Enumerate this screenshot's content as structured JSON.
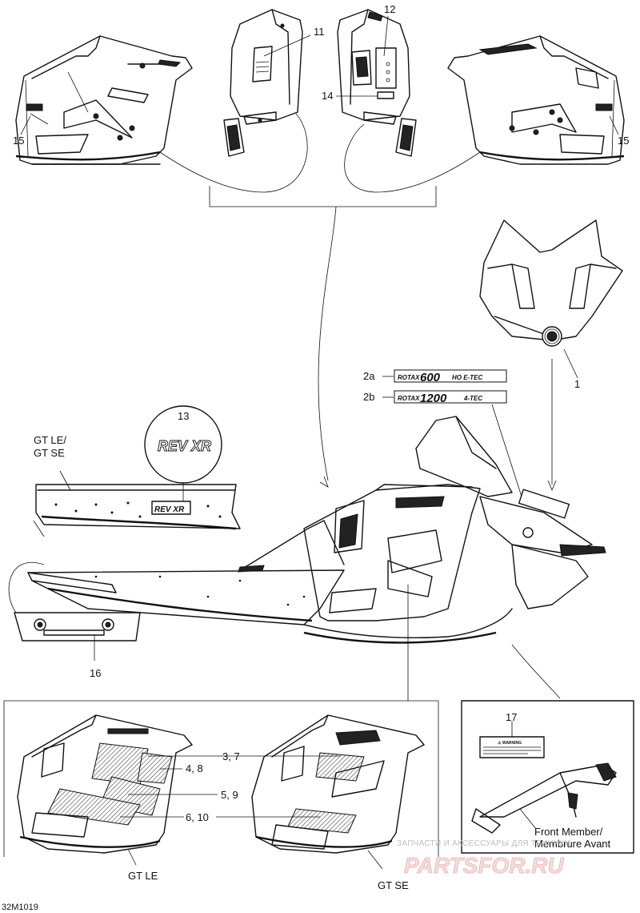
{
  "callouts": {
    "c1": "1",
    "c2a": "2a",
    "c2b": "2b",
    "c3_7": "3, 7",
    "c4_8": "4, 8",
    "c5_9": "5, 9",
    "c6_10": "6, 10",
    "c11": "11",
    "c12": "12",
    "c13": "13",
    "c14": "14",
    "c15_left": "15",
    "c15_right": "15",
    "c16": "16",
    "c17": "17"
  },
  "variant_labels": {
    "gt_le_se_line1": "GT LE/",
    "gt_le_se_line2": "GT SE",
    "gt_le": "GT LE",
    "gt_se": "GT SE"
  },
  "decals": {
    "rotax_600_small": "ROTAX",
    "rotax_600_big": "600",
    "rotax_600_suffix": "HO E-TEC",
    "rotax_1200_small": "ROTAX",
    "rotax_1200_big": "1200",
    "rotax_1200_suffix": "4-TEC",
    "rev_xr": "REV XR",
    "warning_title": "⚠ WARNING"
  },
  "front_member": {
    "line1": "Front Member/",
    "line2": "Membrure Avant"
  },
  "diagram_code": "32M1019",
  "watermark": {
    "small": "ЗАПЧАСТИ И АКСЕССУАРЫ ДЛЯ ТЕХНИКИ",
    "large": "PARTSFOR.RU"
  }
}
